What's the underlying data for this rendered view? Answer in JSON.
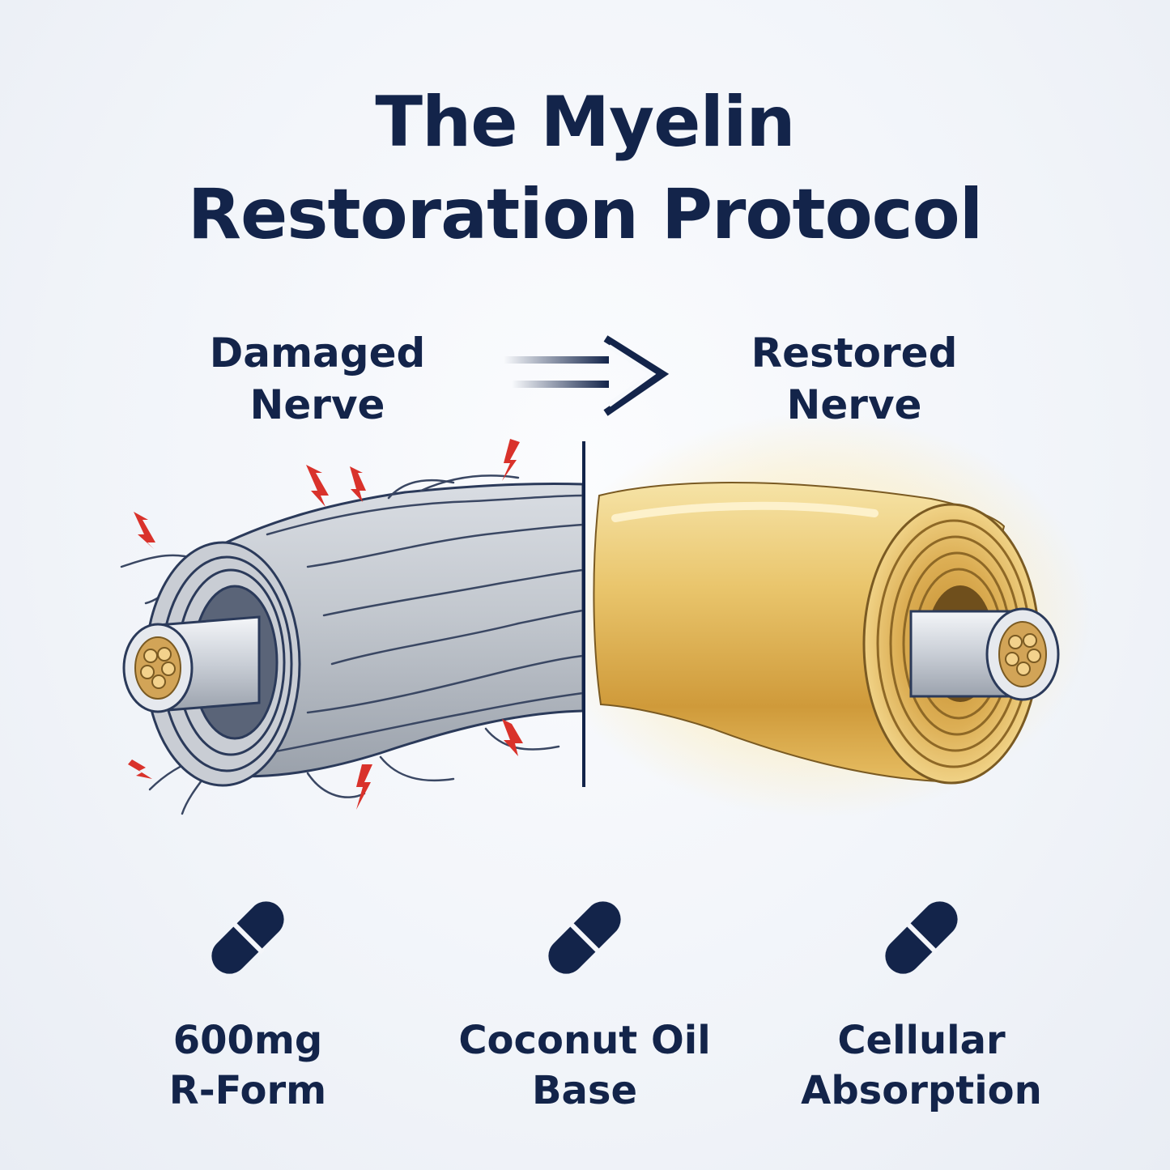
{
  "title": {
    "line1": "The Myelin",
    "line2": "Restoration Protocol"
  },
  "damaged": {
    "line1": "Damaged",
    "line2": "Nerve"
  },
  "restored": {
    "line1": "Restored",
    "line2": "Nerve"
  },
  "benefits": [
    {
      "icon": "capsule-icon",
      "line1": "600mg",
      "line2": "R-Form"
    },
    {
      "icon": "capsule-icon",
      "line1": "Coconut Oil",
      "line2": "Base"
    },
    {
      "icon": "capsule-icon",
      "line1": "Cellular",
      "line2": "Absorption"
    }
  ],
  "colors": {
    "navy": "#13244a",
    "gold": "#d9a73a",
    "gray_myelin": "#b9bec6",
    "damage_red": "#d9322b"
  }
}
